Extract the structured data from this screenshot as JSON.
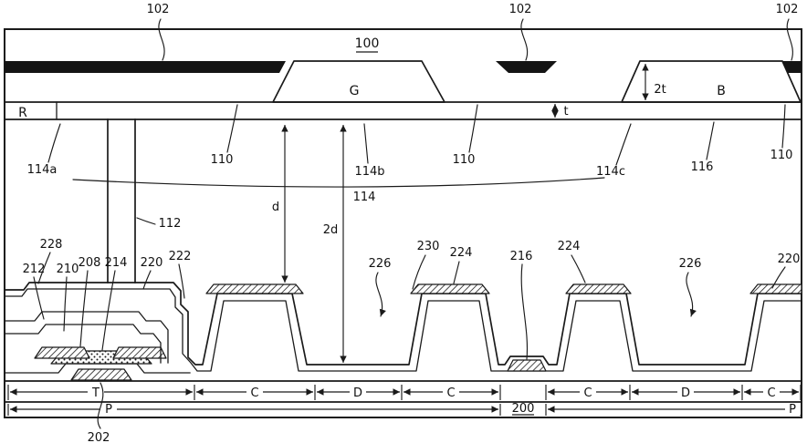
{
  "figure": {
    "reference_plate": "100",
    "substrate": "200",
    "gate": "202",
    "spacer": "112",
    "light_shield": [
      "102",
      "102",
      "102"
    ],
    "color_filter": {
      "red": "R",
      "green": "G",
      "blue": "B"
    },
    "common_lines": [
      "110",
      "110",
      "110"
    ],
    "layer_116": "116",
    "layer_114": {
      "a": "114a",
      "b": "114b",
      "c": "114c",
      "group": "114"
    },
    "dimensions": {
      "double_thickness": "2t",
      "thickness": "t",
      "depth": "d",
      "double_depth": "2d"
    },
    "tft_stack": {
      "l228": "228",
      "l212": "212",
      "l210": "210",
      "l208": "208",
      "l214": "214",
      "l220": "220",
      "l222": "222"
    },
    "pixel_region": {
      "l230": "230",
      "l224_left": "224",
      "l216": "216",
      "l224_right": "224",
      "l226_left": "226",
      "l226_right": "226",
      "l220_right": "220"
    },
    "sections": [
      "T",
      "C",
      "D",
      "C",
      "C",
      "D",
      "C"
    ],
    "pitch": [
      "P",
      "P"
    ]
  }
}
